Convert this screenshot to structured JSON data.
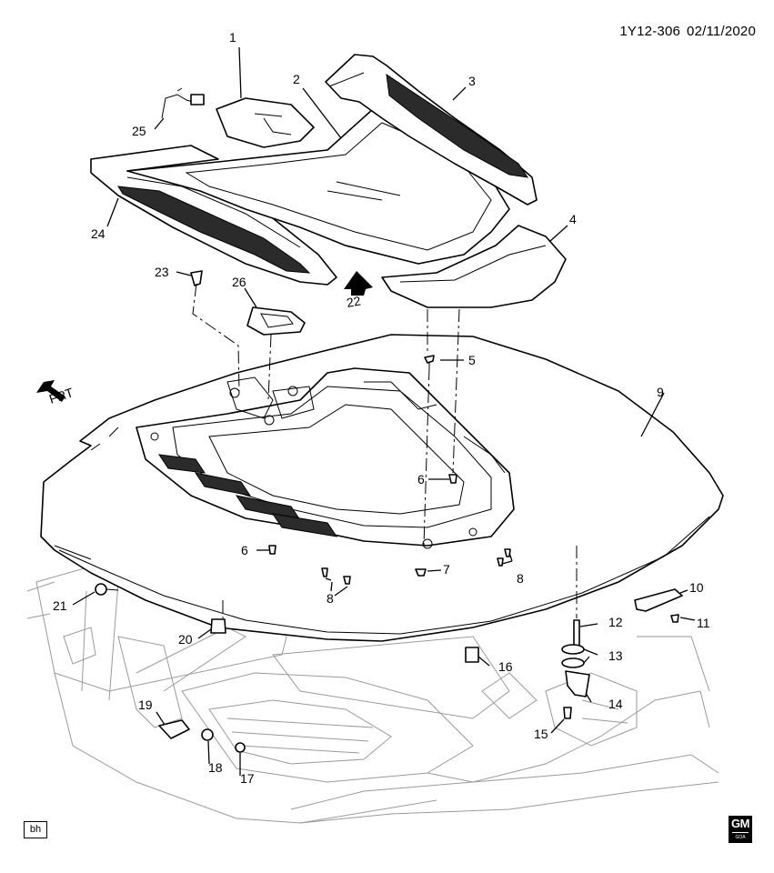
{
  "header": {
    "diagram_code": "1Y12-306",
    "date": "02/11/2020"
  },
  "footer": {
    "drawer_tag": "bh",
    "logo_text": "GM",
    "logo_sub": "GOA"
  },
  "direction_label": "FRT",
  "callouts": [
    "1",
    "2",
    "3",
    "4",
    "5",
    "6",
    "6",
    "7",
    "8",
    "8",
    "9",
    "10",
    "11",
    "12",
    "13",
    "14",
    "15",
    "16",
    "17",
    "18",
    "19",
    "20",
    "21",
    "22",
    "23",
    "24",
    "25",
    "26"
  ]
}
